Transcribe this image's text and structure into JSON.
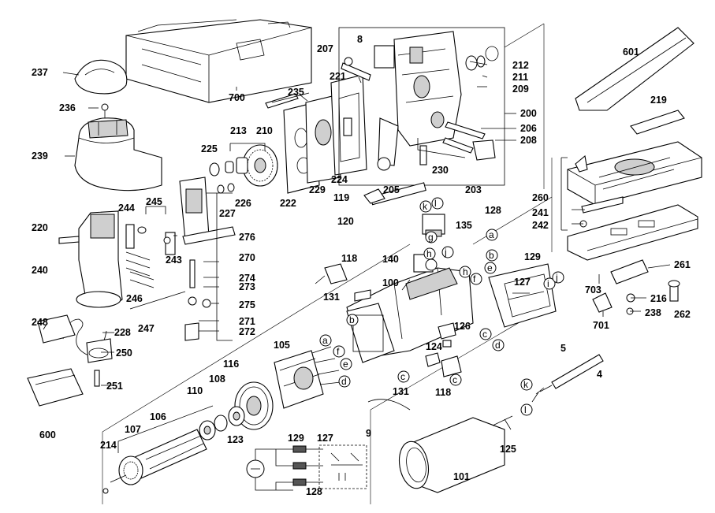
{
  "part_numbers": {
    "p8": "8",
    "p207": "207",
    "p212": "212",
    "p211": "211",
    "p209": "209",
    "p221": "221",
    "p200": "200",
    "p206": "206",
    "p208": "208",
    "p601": "601",
    "p219": "219",
    "p237": "237",
    "p700": "700",
    "p236": "236",
    "p235": "235",
    "p239": "239",
    "p213": "213",
    "p210": "210",
    "p225": "225",
    "p230": "230",
    "p203": "203",
    "p205": "205",
    "p224": "224",
    "p222": "222",
    "p229": "229",
    "p227": "227",
    "p226": "226",
    "p119": "119",
    "p260": "260",
    "p241": "241",
    "p242": "242",
    "p220": "220",
    "p244": "244",
    "p245": "245",
    "p276": "276",
    "p120": "120",
    "p135": "135",
    "p128": "128",
    "p270": "270",
    "p243": "243",
    "p118a": "118",
    "p140": "140",
    "p129": "129",
    "p240": "240",
    "p246": "246",
    "p274": "274",
    "p273": "273",
    "p100": "100",
    "p127a": "127",
    "p261": "261",
    "p703": "703",
    "p216": "216",
    "p262": "262",
    "p131a": "131",
    "p275": "275",
    "p247": "247",
    "p271": "271",
    "p272": "272",
    "p238": "238",
    "p701": "701",
    "p248": "248",
    "p228": "228",
    "p126": "126",
    "p124": "124",
    "p250": "250",
    "p105": "105",
    "p116": "116",
    "p5": "5",
    "p4": "4",
    "p251": "251",
    "p131b": "131",
    "p118b": "118",
    "p108": "108",
    "p110": "110",
    "p600": "600",
    "p106": "106",
    "p9": "9",
    "p123": "123",
    "p127b": "127",
    "p129b": "129",
    "p125": "125",
    "p107": "107",
    "p214": "214",
    "p101": "101",
    "p128b": "128"
  },
  "connector_letters": {
    "a": "a",
    "b": "b",
    "c": "c",
    "d": "d",
    "e": "e",
    "f": "f",
    "g": "g",
    "h": "h",
    "i": "i",
    "j": "j",
    "k": "k",
    "l": "l"
  }
}
